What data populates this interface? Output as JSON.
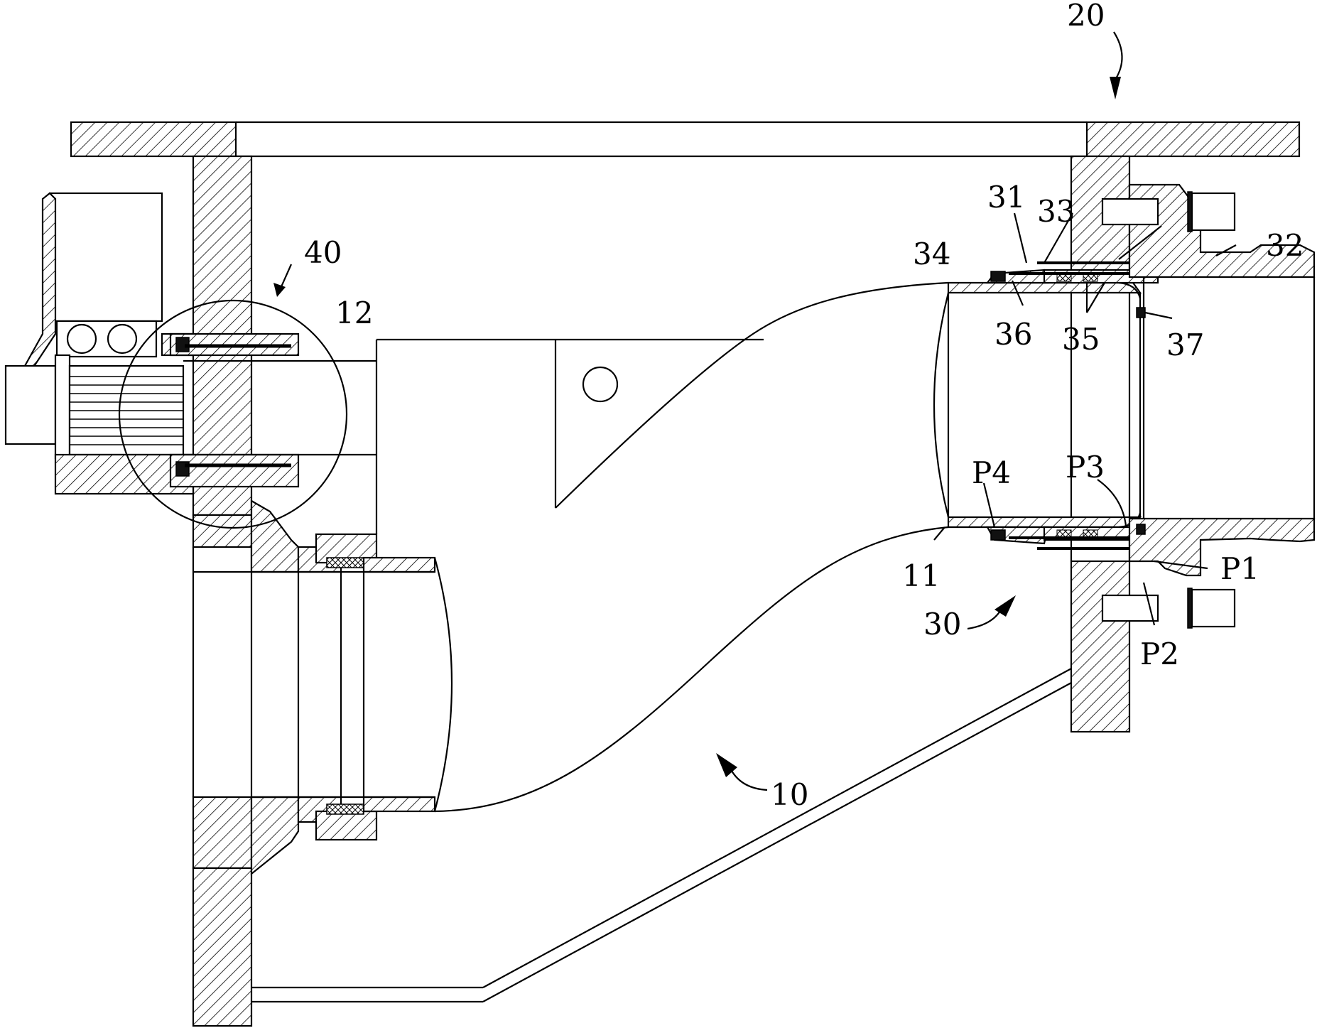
{
  "labels": {
    "l20": "20",
    "l40": "40",
    "l12": "12",
    "l31": "31",
    "l33": "33",
    "l32": "32",
    "l34": "34",
    "l36": "36",
    "l35": "35",
    "l37": "37",
    "lP4": "P4",
    "lP3": "P3",
    "lP1": "P1",
    "l11": "11",
    "l30": "30",
    "lP2": "P2",
    "l10": "10"
  }
}
